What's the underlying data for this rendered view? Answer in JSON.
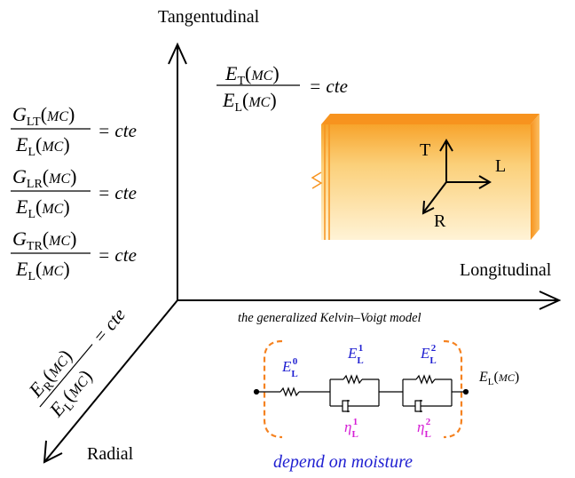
{
  "axes": {
    "tangential": "Tangentudinal",
    "longitudinal": "Longitudinal",
    "radial": "Radial"
  },
  "ratios": {
    "et": {
      "num_sym": "E",
      "num_sub": "T",
      "den_sym": "E",
      "den_sub": "L",
      "arg": "MC",
      "rhs": "= cte"
    },
    "glt": {
      "num_sym": "G",
      "num_sub": "LT",
      "den_sym": "E",
      "den_sub": "L",
      "arg": "MC",
      "rhs": "= cte"
    },
    "glr": {
      "num_sym": "G",
      "num_sub": "LR",
      "den_sym": "E",
      "den_sub": "L",
      "arg": "MC",
      "rhs": "= cte"
    },
    "gtr": {
      "num_sym": "G",
      "num_sub": "TR",
      "den_sym": "E",
      "den_sub": "L",
      "arg": "MC",
      "rhs": "= cte"
    },
    "er": {
      "num_sym": "E",
      "num_sub": "R",
      "den_sym": "E",
      "den_sub": "L",
      "arg": "MC",
      "rhs": "= cte"
    }
  },
  "block_axes": {
    "t": "T",
    "l": "L",
    "r": "R"
  },
  "model": {
    "caption": "the generalized Kelvin–Voigt model",
    "spring0": {
      "sym": "E",
      "sub": "L",
      "sup": "0"
    },
    "spring1": {
      "sym": "E",
      "sub": "L",
      "sup": "1"
    },
    "spring2": {
      "sym": "E",
      "sub": "L",
      "sup": "2"
    },
    "damper1": {
      "sym": "η",
      "sub": "L",
      "sup": "1"
    },
    "damper2": {
      "sym": "η",
      "sub": "L",
      "sup": "2"
    },
    "output": {
      "sym": "E",
      "sub": "L",
      "arg": "MC"
    },
    "footer": "depend on moisture"
  },
  "colors": {
    "ink": "#000000",
    "block_orange": "#f7941d",
    "block_light": "#fde7b5",
    "bracket_orange": "#f58220",
    "blue": "#1f1fd1",
    "magenta": "#d61fd6"
  }
}
